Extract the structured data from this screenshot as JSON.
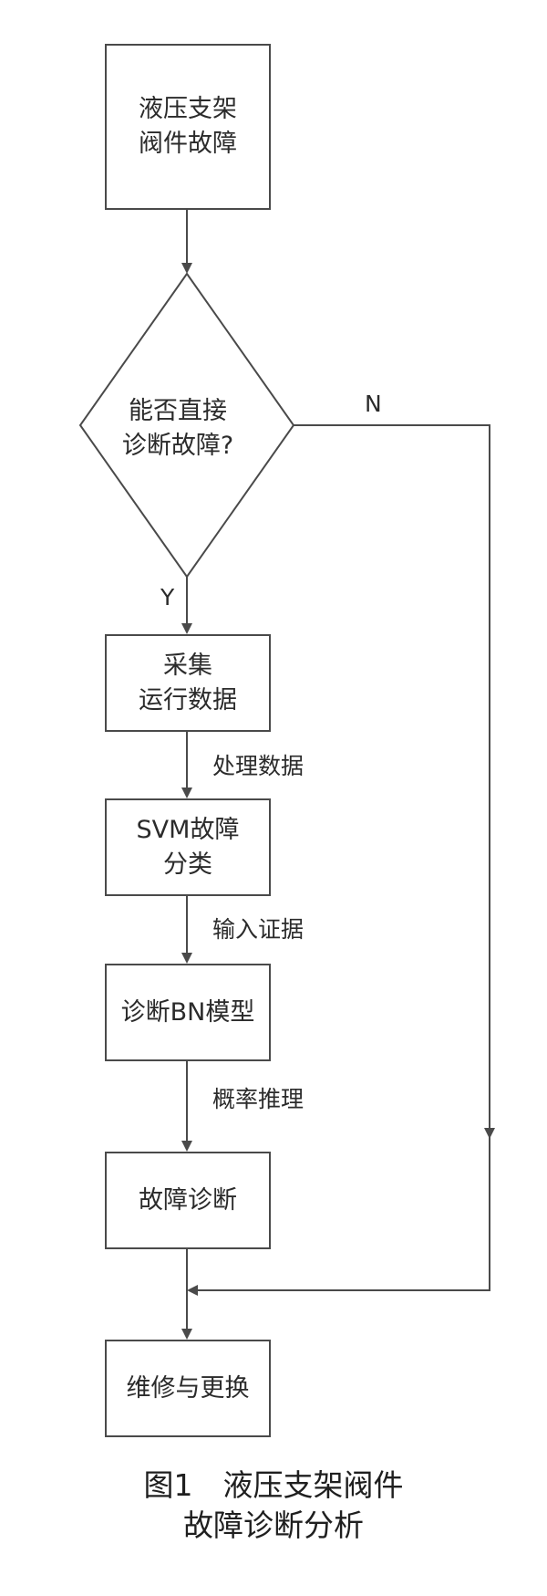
{
  "nodes": {
    "start": "液压支架\n阀件故障",
    "decision": "能否直接\n诊断故障?",
    "collect": "采集\n运行数据",
    "svm": "SVM故障\n分类",
    "bn": "诊断BN模型",
    "diagnose": "故障诊断",
    "repair": "维修与更换"
  },
  "edge_labels": {
    "no": "N",
    "yes": "Y",
    "process": "处理数据",
    "evidence": "输入证据",
    "reasoning": "概率推理"
  },
  "caption": "图1　液压支架阀件\n故障诊断分析"
}
